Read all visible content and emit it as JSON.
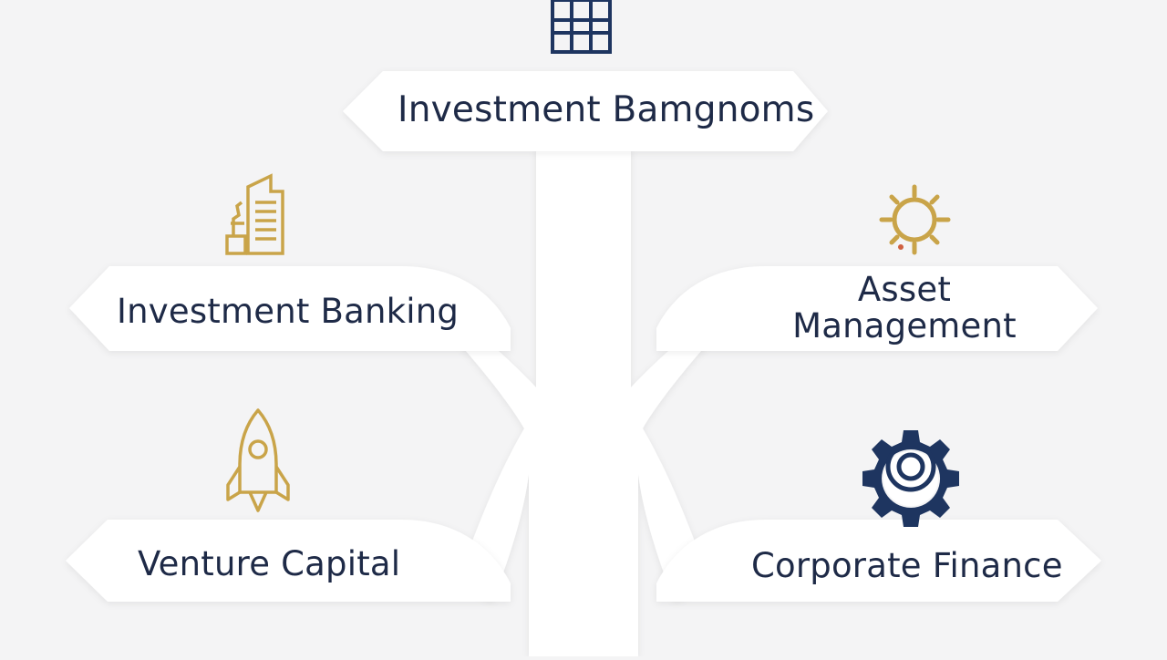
{
  "diagram": {
    "root": {
      "label": "Investment Bamgnoms",
      "icon": "building-grid-icon",
      "icon_color": "#1e3560"
    },
    "branches": [
      {
        "id": "investment-banking",
        "label": "Investment Banking",
        "icon": "office-tower-icon",
        "icon_color": "#c9a449",
        "side": "left"
      },
      {
        "id": "asset-management",
        "label": "Asset Management",
        "icon": "sun-gear-icon",
        "icon_color": "#c9a449",
        "side": "right"
      },
      {
        "id": "venture-capital",
        "label": "Venture Capital",
        "icon": "rocket-icon",
        "icon_color": "#c9a449",
        "side": "left"
      },
      {
        "id": "corporate-finance",
        "label": "Corporate Finance",
        "icon": "gear-icon",
        "icon_color": "#1e3560",
        "side": "right"
      }
    ]
  },
  "colors": {
    "background": "#f4f4f5",
    "panel": "#ffffff",
    "text": "#1e2a47",
    "navy": "#1e3560",
    "gold": "#c9a449"
  }
}
